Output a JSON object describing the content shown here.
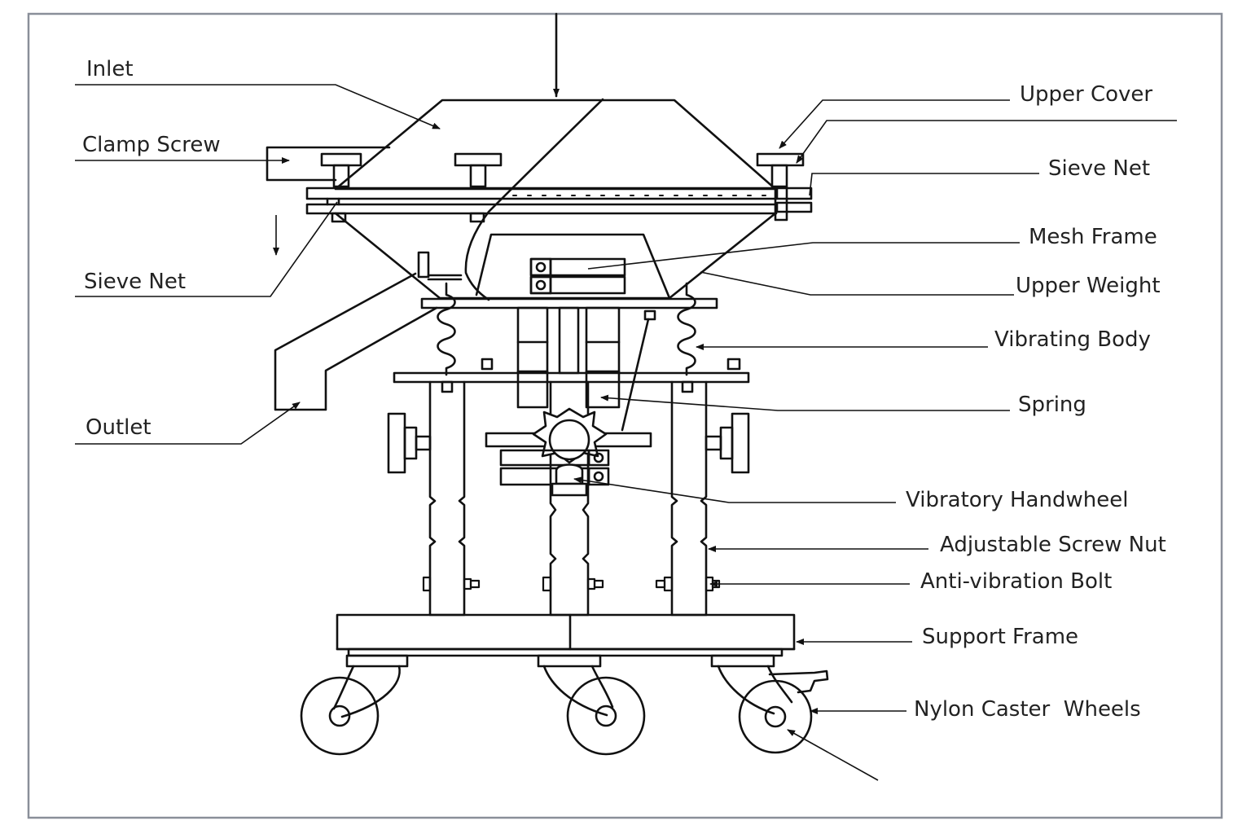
{
  "labels": {
    "inlet": "Inlet",
    "clamp_screw": "Clamp Screw",
    "sieve_net_left": "Sieve Net",
    "outlet": "Outlet",
    "upper_cover": "Upper Cover",
    "sieve_net_right": "Sieve Net",
    "mesh_frame": "Mesh Frame",
    "upper_weight": "Upper Weight",
    "vibrating_body": "Vibrating Body",
    "spring": "Spring",
    "vibratory_handwheel": "Vibratory Handwheel",
    "adjustable_screw_nut": "Adjustable Screw Nut",
    "anti_vibration_bolt": "Anti-vibration Bolt",
    "support_frame": "Support Frame",
    "nylon_caster_wheels": "Nylon Caster  Wheels"
  },
  "colors": {
    "stroke": "#111111",
    "text": "#222222",
    "border": "#8a8f99"
  }
}
